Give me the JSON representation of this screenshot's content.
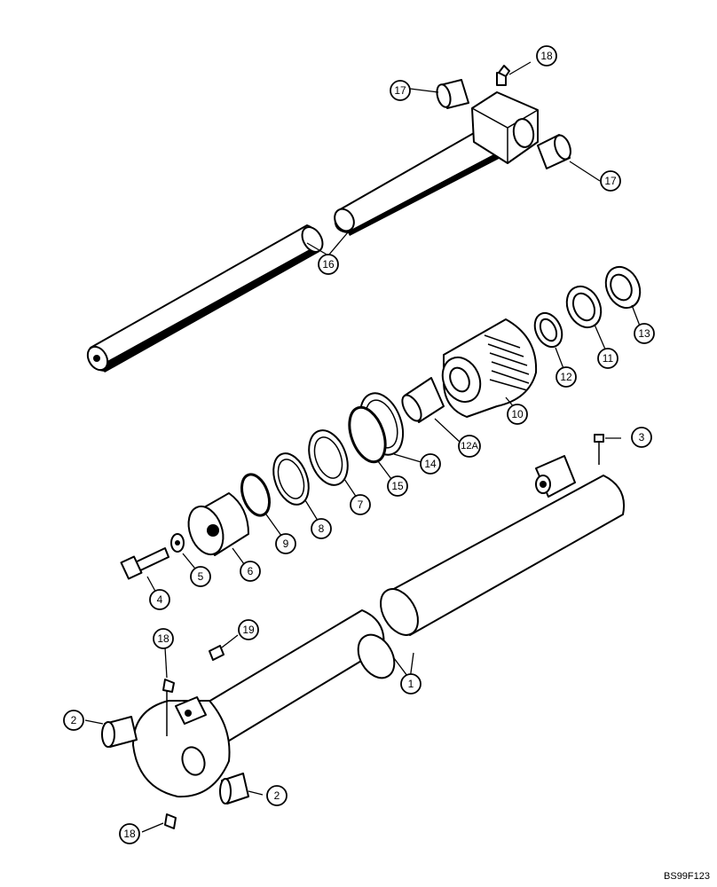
{
  "callouts": {
    "c1": "1",
    "c2": "2",
    "c3": "3",
    "c4": "4",
    "c5": "5",
    "c6": "6",
    "c7": "7",
    "c8": "8",
    "c9": "9",
    "c10": "10",
    "c11": "11",
    "c12": "12",
    "c12a": "12A",
    "c13": "13",
    "c14": "14",
    "c15": "15",
    "c16": "16",
    "c17": "17",
    "c18": "18",
    "c19": "19"
  },
  "drawing_code": "BS99F123"
}
